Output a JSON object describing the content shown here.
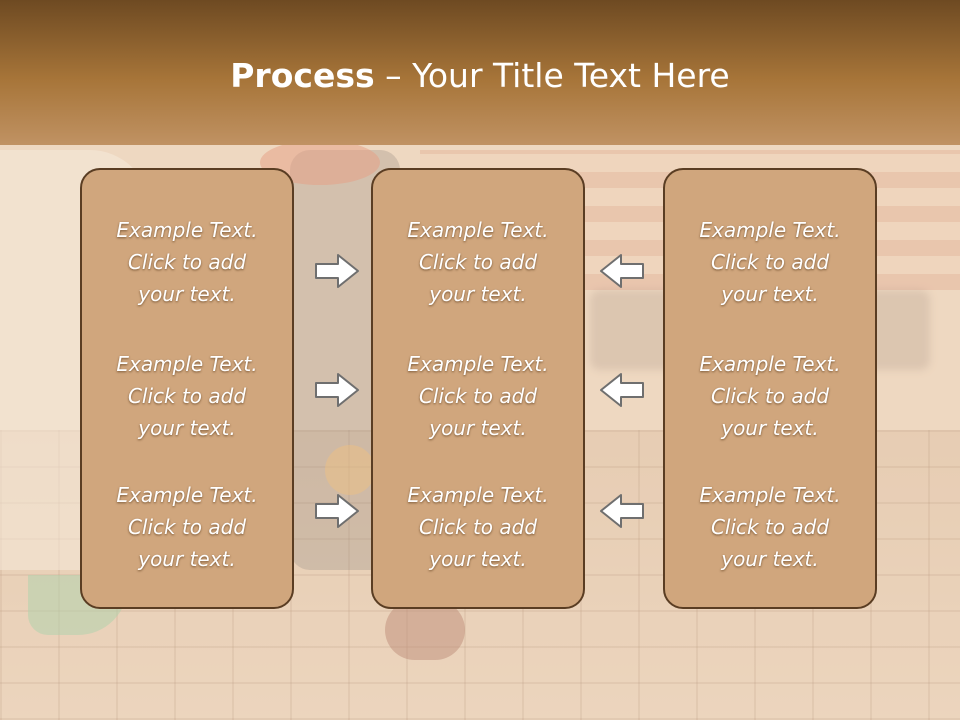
{
  "slide": {
    "title_bold": "Process",
    "title_rest": " – Your Title Text Here"
  },
  "columns": [
    {
      "items": [
        {
          "line1": "Example Text.",
          "line2": "Click  to add",
          "line3": "your text."
        },
        {
          "line1": "Example Text.",
          "line2": "Click  to add",
          "line3": "your text."
        },
        {
          "line1": "Example Text.",
          "line2": "Click  to add",
          "line3": "your text."
        }
      ]
    },
    {
      "items": [
        {
          "line1": "Example Text.",
          "line2": "Click  to add",
          "line3": "your text."
        },
        {
          "line1": "Example Text.",
          "line2": "Click  to add",
          "line3": "your text."
        },
        {
          "line1": "Example Text.",
          "line2": "Click  to add",
          "line3": "your text."
        }
      ]
    },
    {
      "items": [
        {
          "line1": "Example Text.",
          "line2": "Click  to add",
          "line3": "your text."
        },
        {
          "line1": "Example Text.",
          "line2": "Click  to add",
          "line3": "your text."
        },
        {
          "line1": "Example Text.",
          "line2": "Click  to add",
          "line3": "your text."
        }
      ]
    }
  ],
  "colors": {
    "header_dark": "#6e4a22",
    "header_light": "#c09263",
    "box_fill": "#d0a67d",
    "box_border": "#5a3d23",
    "text": "#ffffff"
  },
  "icons": {
    "left_arrows": "arrow-right-icon",
    "right_arrows": "arrow-left-icon"
  }
}
